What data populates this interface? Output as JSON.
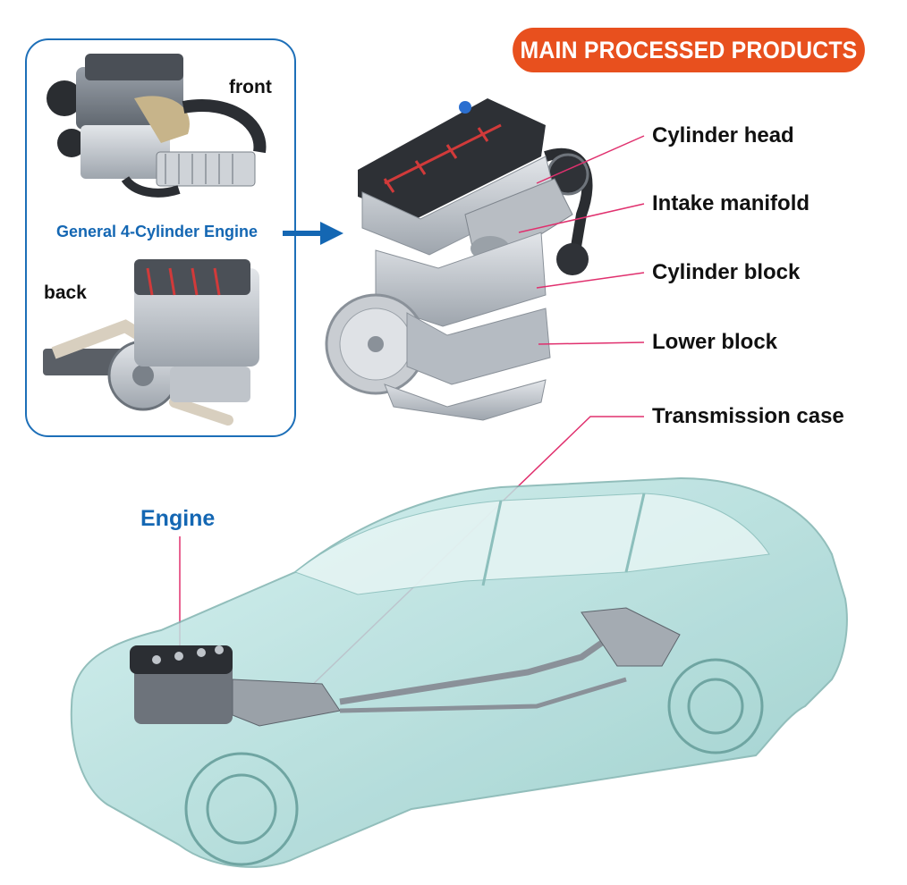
{
  "header": {
    "title": "MAIN PROCESSED PRODUCTS"
  },
  "inset": {
    "front_label": "front",
    "back_label": "back",
    "engine_title": "General 4-Cylinder Engine"
  },
  "callouts": {
    "cylinder_head": "Cylinder head",
    "intake_manifold": "Intake manifold",
    "cylinder_block": "Cylinder block",
    "lower_block": "Lower block",
    "transmission_case": "Transmission case",
    "engine": "Engine"
  },
  "colors": {
    "banner": "#e8501e",
    "accent_blue": "#1467b3",
    "leader_line": "#e0306e",
    "car_body": "#9fd4d0"
  }
}
